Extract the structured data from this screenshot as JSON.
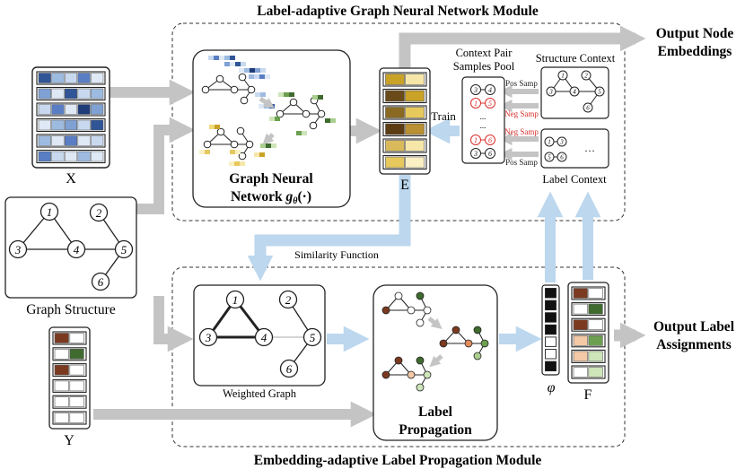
{
  "titles": {
    "top_module": "Label-adaptive Graph Neural Network Module",
    "bottom_module": "Embedding-adaptive Label Propagation Module"
  },
  "outputs": {
    "node_embeddings_line1": "Output Node",
    "node_embeddings_line2": "Embeddings",
    "label_assign_line1": "Output Label",
    "label_assign_line2": "Assignments"
  },
  "labels": {
    "x": "X",
    "y": "Y",
    "e": "E",
    "f": "F",
    "phi": "φ",
    "gnn_line1": "Graph Neural",
    "gnn_line2": "Network",
    "gnn_func": "(·)",
    "graph_structure": "Graph Structure",
    "weighted_graph": "Weighted Graph",
    "lp_line1": "Label",
    "lp_line2": "Propagation",
    "train": "Train",
    "similarity": "Similarity Function",
    "pool_line1": "Context Pair",
    "pool_line2": "Samples Pool",
    "structure_context": "Structure Context",
    "label_context": "Label Context",
    "pos_samp": "Pos Samp",
    "neg_samp": "Neg Samp",
    "dots": "...",
    "ellipsis": "…"
  },
  "graph_nodes": [
    "1",
    "2",
    "3",
    "4",
    "5",
    "6"
  ],
  "colors": {
    "arrow_gray": "#c4c4c4",
    "arrow_blue": "#bcd7ee",
    "neg_red": "#d9302c",
    "brown": "#7b3a20",
    "dark_green": "#3f6b2e",
    "peach": "#f3c9a6",
    "light_green": "#cde5b8"
  }
}
